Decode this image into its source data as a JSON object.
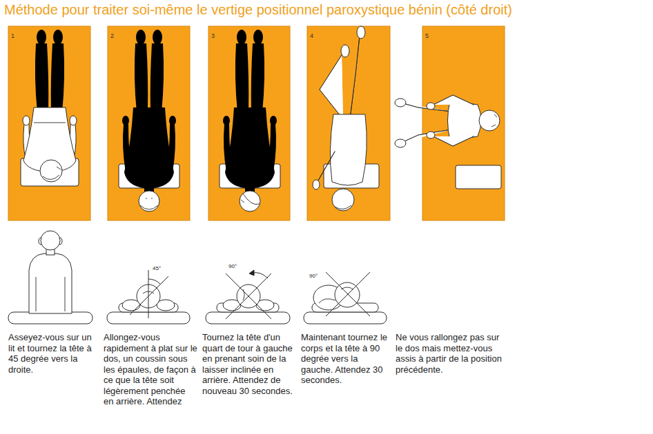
{
  "diagram": {
    "title": "Méthode pour traiter soi-même le vertige positionnel paroxystique bénin (côté droit)",
    "nodes": [
      {
        "text": [
          "1"
        ]
      },
      {
        "text": [
          "2"
        ]
      },
      {
        "text": [
          "3"
        ]
      },
      {
        "text": [
          "4"
        ]
      },
      {
        "text": [
          "5"
        ]
      }
    ],
    "labels": [
      "Asseyez-vous sur un lit et tournez la tête à 45 degrée vers la droite.",
      "Allongez-vous rapidement à plat sur le dos, un coussin sous les épaules, de façon à ce que la tête soit légèrement penchée en arrière. Attendez",
      "Tournez la tête d'un quart de tour à gauche en prenant soin de la laisser inclinée en arrière. Attendez de nouveau 30 secondes.",
      "Maintenant tournez le corps et la tête à 90 degrée vers la gauche. Attendez 30 secondes.",
      "Ne vous rallongez pas sur le dos mais mettez-vous assis à partir de la position précédente.",
      "45°",
      "90°",
      "90°"
    ]
  }
}
